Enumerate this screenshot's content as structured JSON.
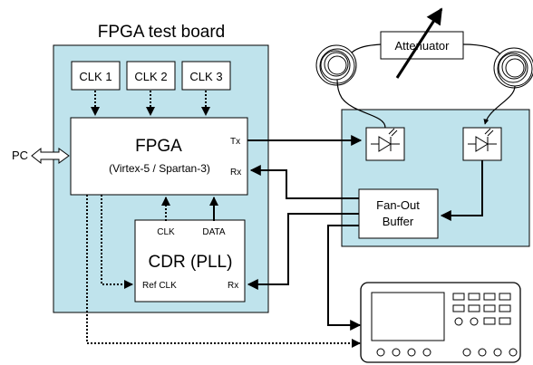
{
  "board": {
    "title": "FPGA test board"
  },
  "clocks": [
    "CLK 1",
    "CLK 2",
    "CLK 3"
  ],
  "fpga": {
    "name": "FPGA",
    "subtitle": "(Virtex-5 / Spartan-3)",
    "tx": "Tx",
    "rx": "Rx"
  },
  "pc": {
    "label": "PC"
  },
  "cdr": {
    "name": "CDR (PLL)",
    "clk": "CLK",
    "data": "DATA",
    "refclk": "Ref CLK",
    "rx": "Rx"
  },
  "attenuator": {
    "label": "Attenuator"
  },
  "fanout": {
    "line1": "Fan-Out",
    "line2": "Buffer"
  },
  "colors": {
    "board_fill": "#bfe3ec",
    "box_fill": "#ffffff",
    "stroke": "#000000"
  },
  "icons": [
    "laser-diode-icon",
    "photodiode-icon",
    "fiber-spool-icon",
    "oscilloscope-icon",
    "variable-arrow-icon"
  ]
}
